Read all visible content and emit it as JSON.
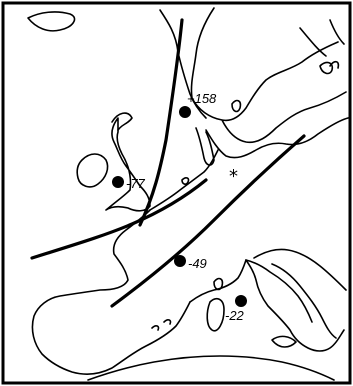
{
  "stations": [
    {
      "id": "scandinavia",
      "label": "+158"
    },
    {
      "id": "britain",
      "label": "-77"
    },
    {
      "id": "france",
      "label": "-49"
    },
    {
      "id": "italy",
      "label": "-22"
    }
  ],
  "marker": {
    "symbol": "*"
  }
}
